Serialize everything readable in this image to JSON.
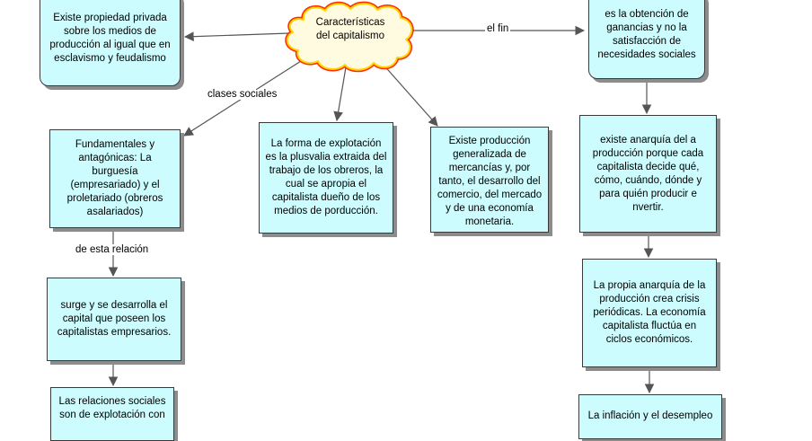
{
  "center": {
    "line1": "Características",
    "line2": "del capitalismo"
  },
  "boxes": {
    "propiedad": "Existe propiedad privada sobre los medios de producción al igual que en esclavismo y feudalismo",
    "fin": "es la obtención de ganancias y no la satisfacción de necesidades sociales",
    "clases": "Fundamentales y antagónicas: La burguesía (empresariado) y el proletariado (obreros asalariados)",
    "explotacion": "La forma de explotación es la plusvalia extraida del trabajo de los obreros, la cual se apropia el capitalista dueño de los medios de porducción.",
    "mercancias": "Existe producción generalizada de mercancías y, por tanto, el desarrollo del comercio, del mercado y de una economía monetaria.",
    "anarquia": "existe anarquía del a producción porque cada capitalista decide qué, cómo, cuándo, dónde y para quién producir e nvertir.",
    "capital": "surge y se desarrolla el capital que poseen los capitalistas empresarios.",
    "crisis": "La propia anarquía de la producción crea crisis periódicas. La economía capitalista fluctúa en ciclos económicos.",
    "relaciones": "Las relaciones sociales son de explotación con",
    "inflacion": "La inflación y el desempleo"
  },
  "labels": {
    "el_fin": "el fin",
    "clases_sociales": "clases sociales",
    "de_esta_relacion": "de esta relación"
  },
  "colors": {
    "box_fill": "#ccfcfe",
    "cloud_outer": "#ff2a00",
    "cloud_fill": "#fff8c8"
  }
}
